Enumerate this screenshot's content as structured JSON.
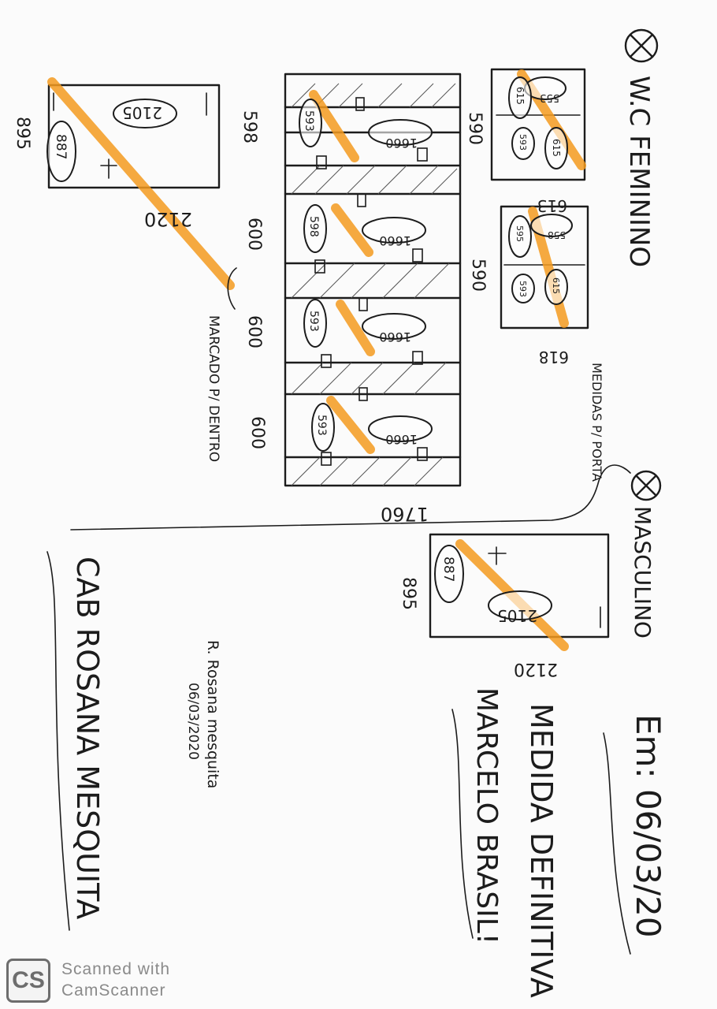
{
  "labels": {
    "wc_title": "W.C FEMININO",
    "masculino_title": "MASCULINO",
    "medidas_porta": "MEDIDAS P/ PORTA",
    "medida_definitiva": "MEDIDA DEFINITIVA",
    "marcelo": "MARCELO BRASIL!",
    "date_heading": "Em: 06/03/20",
    "cab_name": "CAB ROSANA MESQUITA",
    "signature_name": "R. Rosana mesquita",
    "signature_date": "06/03/2020",
    "marcado": "MARCADO P/ DENTRO"
  },
  "dims": {
    "left_box_895": "895",
    "left_box_887": "887",
    "left_box_2105": "2105",
    "left_box_2120": "2120",
    "stall_598": "598",
    "stall_1660": "1660",
    "stall_593": "593",
    "stall_width_600": "600",
    "stall_total_1760": "1760",
    "door_553": "553",
    "door_615": "615",
    "door_590": "590",
    "door_613": "613",
    "door_558": "558",
    "door_595": "595",
    "door_618": "618",
    "door_593": "593",
    "right_box_895": "895",
    "right_box_887": "887",
    "right_box_2105": "2105",
    "right_box_2120": "2120"
  },
  "scanner": {
    "badge": "CS",
    "line1": "Scanned with",
    "line2": "CamScanner"
  },
  "colors": {
    "ink": "#1c1c1c",
    "highlight": "#f39a1e",
    "paper": "#fbfbfb"
  }
}
